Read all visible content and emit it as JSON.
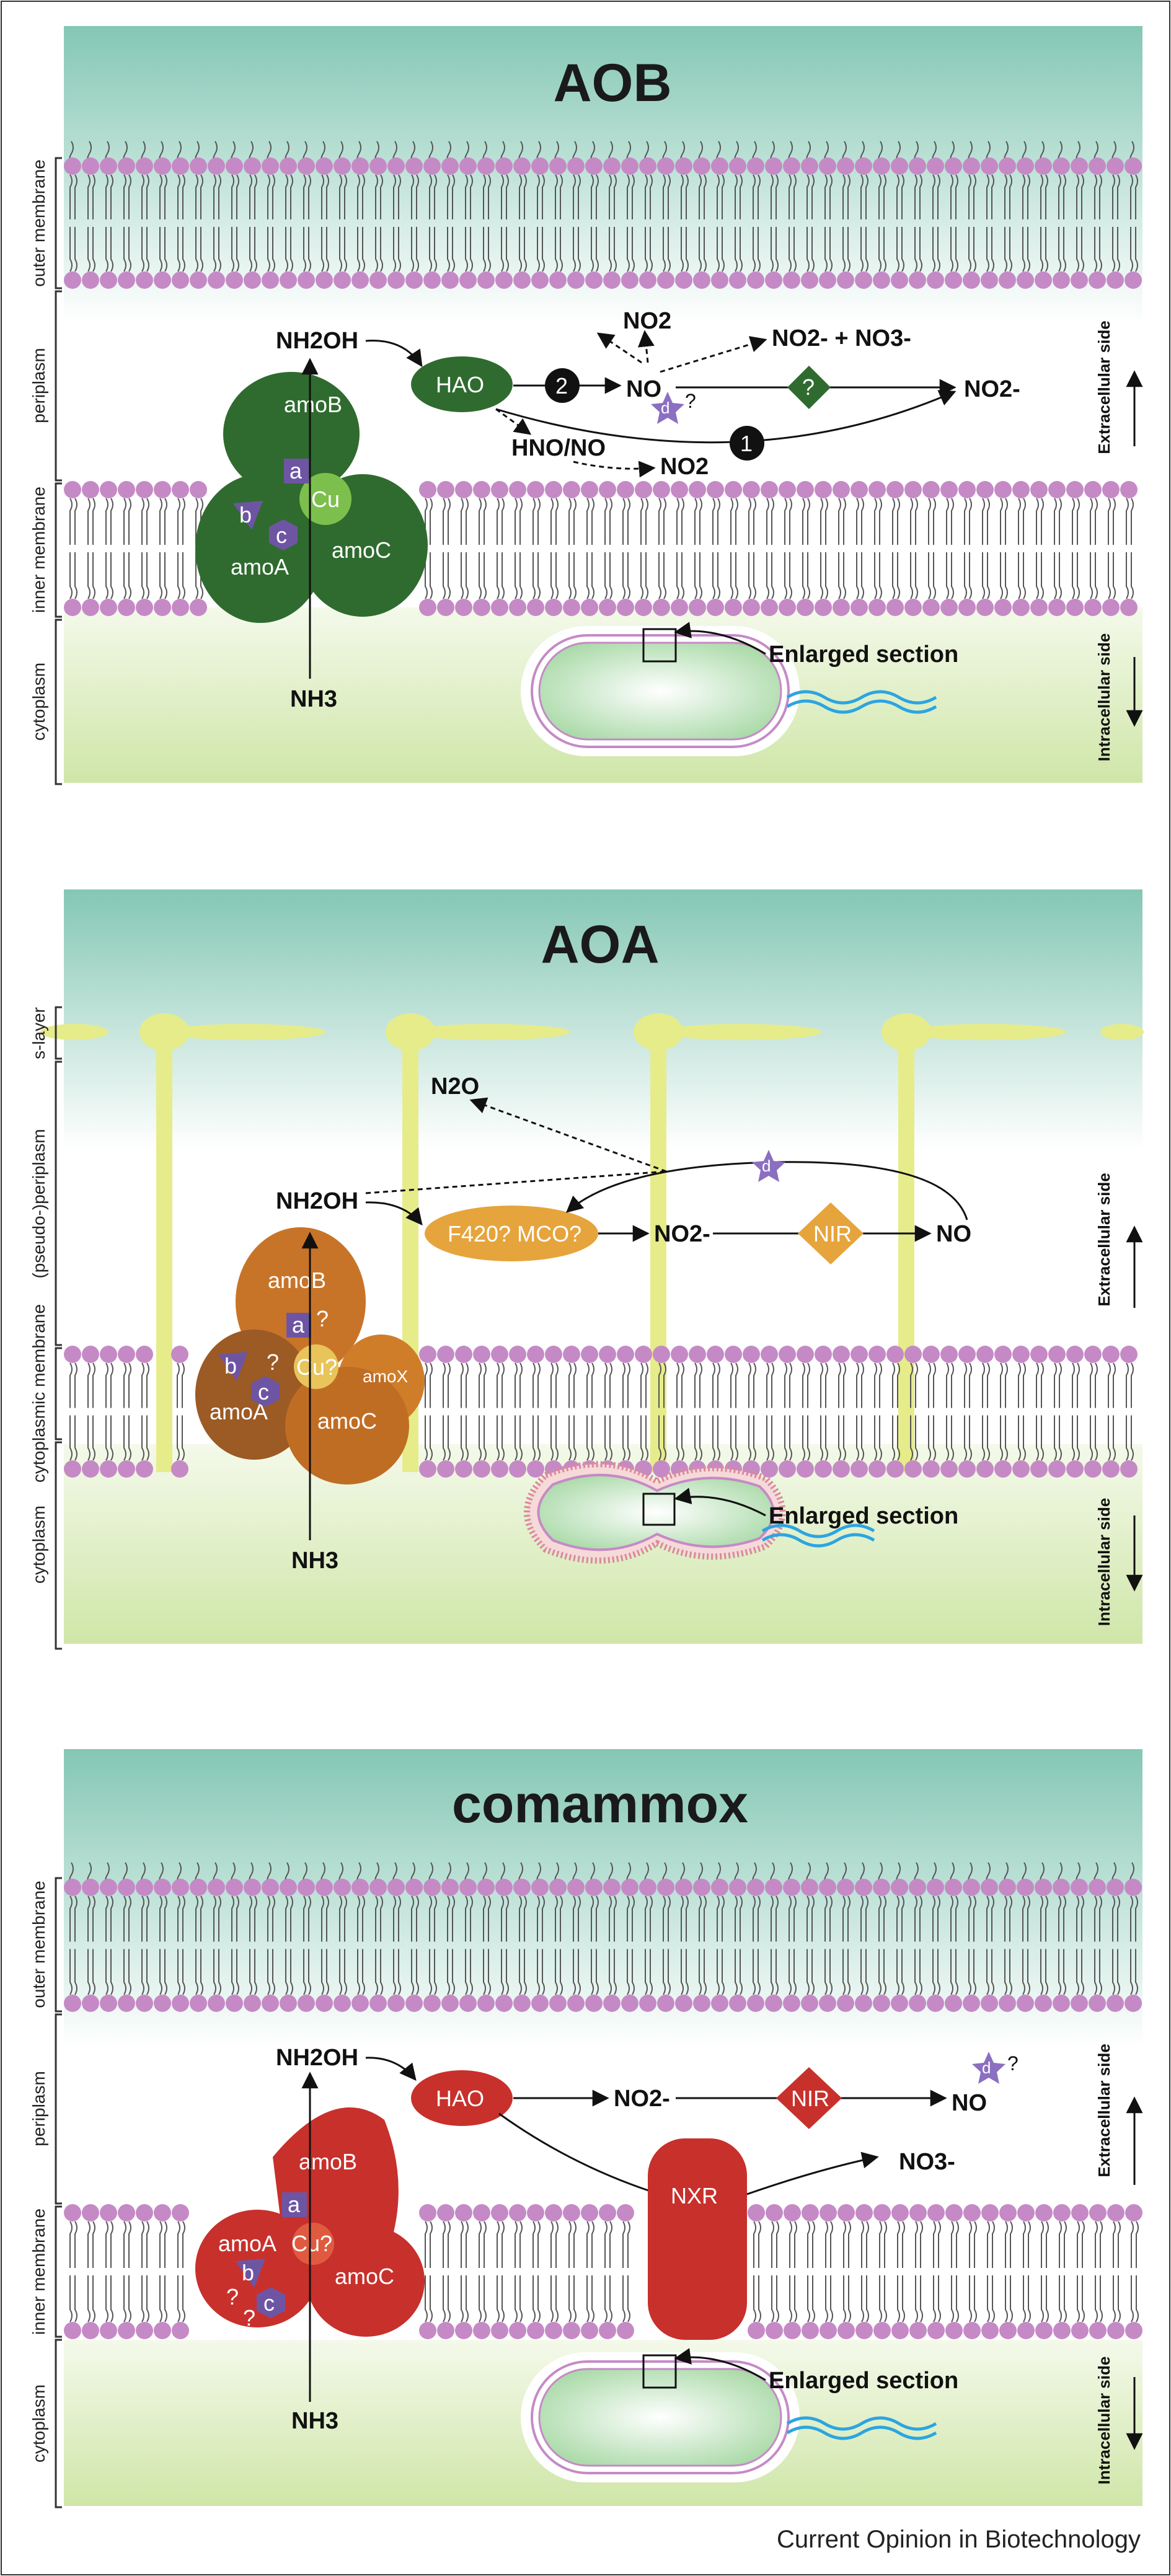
{
  "credit": "Current Opinion in Biotechnology",
  "panels": {
    "aob": {
      "title": "AOB",
      "layers": [
        "outer membrane",
        "periplasm",
        "inner membrane",
        "cytoplasm"
      ],
      "side_top": "Extracellular side",
      "side_bottom": "Intracellular side",
      "enlarged": "Enlarged section",
      "amo": {
        "b": "amoB",
        "a": "amoA",
        "c": "amoC",
        "cu": "Cu",
        "site_a": "a",
        "site_b": "b",
        "site_c": "c"
      },
      "hao": "HAO",
      "nh2oh": "NH2OH",
      "nh3": "NH3",
      "no": "NO",
      "no2_top": "NO2",
      "no2_no3": "NO2- + NO3-",
      "no2_right": "NO2-",
      "hno": "HNO/NO",
      "no2_low": "NO2",
      "step1": "1",
      "step2": "2",
      "unk": "?",
      "d": "d",
      "dq": "?"
    },
    "aoa": {
      "title": "AOA",
      "layers": [
        "s-layer",
        "(pseudo-)periplasm",
        "cytoplasmic membrane",
        "cytoplasm"
      ],
      "side_top": "Extracellular side",
      "side_bottom": "Intracellular side",
      "enlarged": "Enlarged section",
      "amo": {
        "b": "amoB",
        "a": "amoA",
        "c": "amoC",
        "x": "amoX",
        "cu": "Cu?",
        "site_a": "a",
        "site_b": "b",
        "site_c": "c",
        "qa": "?",
        "qb": "?"
      },
      "n2o": "N2O",
      "nh2oh": "NH2OH",
      "nh3": "NH3",
      "f420": "F420? MCO?",
      "no2": "NO2-",
      "nir": "NIR",
      "no": "NO",
      "d": "d"
    },
    "comammox": {
      "title": "comammox",
      "layers": [
        "outer membrane",
        "periplasm",
        "inner membrane",
        "cytoplasm"
      ],
      "side_top": "Extracellular side",
      "side_bottom": "Intracellular side",
      "enlarged": "Enlarged section",
      "amo": {
        "b": "amoB",
        "a": "amoA",
        "c": "amoC",
        "cu": "Cu?",
        "site_a": "a",
        "site_b": "b",
        "site_c": "c",
        "qb": "?",
        "qc": "?"
      },
      "nh2oh": "NH2OH",
      "nh3": "NH3",
      "hao": "HAO",
      "no2": "NO2-",
      "nir": "NIR",
      "no": "NO",
      "nxr": "NXR",
      "no3": "NO3-",
      "d": "d",
      "dq": "?"
    }
  },
  "colors": {
    "aob_enzyme": "#2f6b2f",
    "aoa_enzyme": "#b5651d",
    "comammox_enzyme": "#c8302c",
    "lipid_head": "#c58ac6",
    "slayer": "#e6ec8a",
    "extracellular_top": "#84c7b4",
    "intracellular": "#d6e9b0",
    "site_marker": "#6e55a3"
  }
}
